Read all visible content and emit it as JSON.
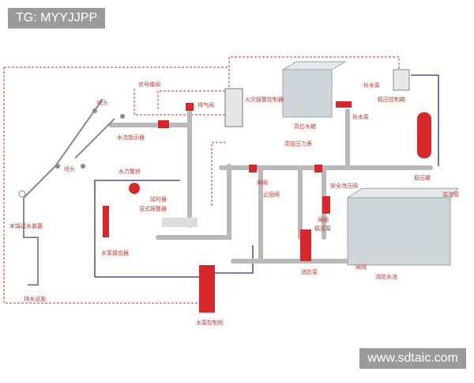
{
  "watermarks": {
    "top_left": "TG: MYYJJPP",
    "bottom_right": "www.sdtaic.com"
  },
  "labels": {
    "sprinkler_top": "喷头",
    "sprinkler_left": "喷头",
    "signal_valve": "信号蝶阀",
    "flow_indicator": "水流指示器",
    "exhaust_valve": "排气阀",
    "alarm_panel": "火灾报警控制器",
    "high_tank": "高位水箱",
    "makeup_pump": "补水泵",
    "makeup_pump_2": "补水泵",
    "pressure_ctrl_box": "稳压控制箱",
    "high_pressure_switch": "高管压力表",
    "pressure_tank": "稳压罐",
    "gong": "水力警铃",
    "delay_device": "延时器",
    "wet_alarm_valve": "湿式报警器",
    "end_test": "末端试水装置",
    "gate_valve": "闸阀",
    "check_valve": "止回阀",
    "safety_valve": "安全泄压阀",
    "overflow_pipe": "溢流管",
    "pump_adapter": "水泵接合器",
    "stab_pump": "稳压泵",
    "gate_valve_2": "闸阀",
    "fire_pump": "消防泵",
    "gate_valve_3": "闸阀",
    "fire_pool": "消防水池",
    "drain": "排水设施",
    "pump_ctrl_cabinet": "水泵控制柜"
  },
  "colors": {
    "pipe": "#b9b9b9",
    "red": "#d9282b",
    "label": "#c0392b",
    "signal": "#2b2f8a",
    "tank": "#cfd6da"
  }
}
